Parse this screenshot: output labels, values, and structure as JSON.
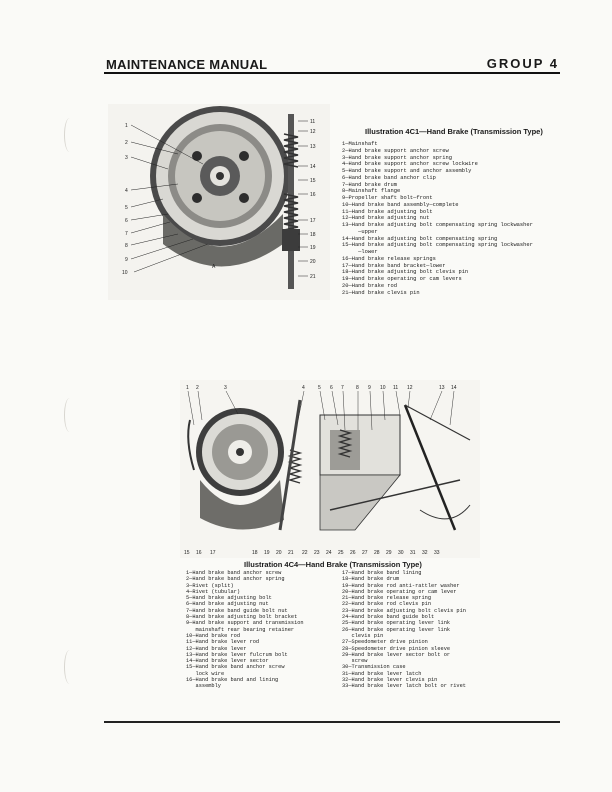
{
  "header": {
    "title": "MAINTENANCE MANUAL",
    "group": "GROUP 4"
  },
  "figure1": {
    "caption": "Illustration 4C1—Hand Brake (Transmission Type)",
    "callouts_left": [
      "1",
      "2",
      "3",
      "4",
      "5",
      "6",
      "7",
      "8",
      "9",
      "10"
    ],
    "callouts_right": [
      "11",
      "12",
      "13",
      "14",
      "15",
      "16",
      "17",
      "18",
      "19",
      "20",
      "21"
    ],
    "callout_bottom": "A",
    "legend": [
      "1—Mainshaft",
      "2—Hand brake support anchor screw",
      "3—Hand brake support anchor spring",
      "4—Hand brake support anchor screw lockwire",
      "5—Hand brake support and anchor assembly",
      "6—Hand brake band anchor clip",
      "7—Hand brake drum",
      "8—Mainshaft flange",
      "9—Propeller shaft bolt—front",
      "10—Hand brake band assembly—complete",
      "11—Hand brake adjusting bolt",
      "12—Hand brake adjusting nut",
      "13—Hand brake adjusting bolt compensating spring lockwasher",
      "     —upper",
      "14—Hand brake adjusting bolt compensating spring",
      "15—Hand brake adjusting bolt compensating spring lockwasher",
      "     —lower",
      "16—Hand brake release springs",
      "17—Hand brake band bracket—lower",
      "18—Hand brake adjusting bolt clevis pin",
      "19—Hand brake operating or cam levers",
      "20—Hand brake rod",
      "21—Hand brake clevis pin"
    ]
  },
  "figure2": {
    "caption": "Illustration 4C4—Hand Brake (Transmission Type)",
    "callouts_top": [
      "1",
      "2",
      "3",
      "4",
      "5",
      "6",
      "7",
      "8",
      "9",
      "10",
      "11",
      "12",
      "13",
      "14"
    ],
    "callouts_bottom": [
      "15",
      "16",
      "17",
      "18",
      "19",
      "20",
      "21",
      "22",
      "23",
      "24",
      "25",
      "26",
      "27",
      "28",
      "29",
      "30",
      "31",
      "32",
      "33"
    ],
    "legend_left": [
      "1—Hand brake band anchor screw",
      "2—Hand brake band anchor spring",
      "3—Rivet (split)",
      "4—Rivet (tubular)",
      "5—Hand brake adjusting bolt",
      "6—Hand brake adjusting nut",
      "7—Hand brake band guide bolt nut",
      "8—Hand brake adjusting bolt bracket",
      "9—Hand brake support and transmission",
      "   mainshaft rear bearing retainer",
      "10—Hand brake rod",
      "11—Hand brake lever rod",
      "12—Hand brake lever",
      "13—Hand brake lever fulcrum bolt",
      "14—Hand brake lever sector",
      "15—Hand brake band anchor screw",
      "   lock wire",
      "16—Hand brake band and lining",
      "   assembly"
    ],
    "legend_right": [
      "17—Hand brake band lining",
      "18—Hand brake drum",
      "19—Hand brake rod anti-rattler washer",
      "20—Hand brake operating or cam lever",
      "21—Hand brake release spring",
      "22—Hand brake rod clevis pin",
      "23—Hand brake adjusting bolt clevis pin",
      "24—Hand brake band guide bolt",
      "25—Hand brake operating lever link",
      "26—Hand brake operating lever link",
      "   clevis pin",
      "27—Speedometer drive pinion",
      "28—Speedometer drive pinion sleeve",
      "29—Hand brake lever sector bolt or",
      "   screw",
      "30—Transmission case",
      "31—Hand brake lever latch",
      "32—Hand brake lever clevis pin",
      "33—Hand brake lever latch bolt or rivet"
    ]
  }
}
